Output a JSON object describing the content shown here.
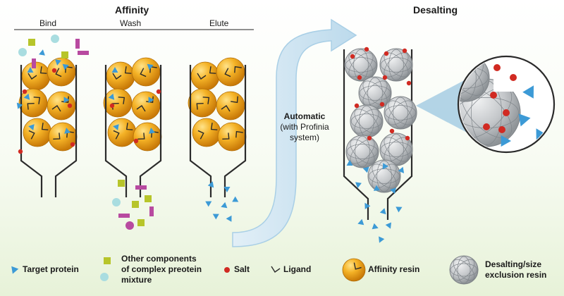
{
  "headers": {
    "affinity": "Affinity",
    "desalting": "Desalting",
    "steps": [
      "Bind",
      "Wash",
      "Elute"
    ]
  },
  "arrow_label": {
    "line1": "Automatic",
    "line2": "(with Profinia",
    "line3": "system)"
  },
  "legend": {
    "target_protein": "Target protein",
    "other_components": [
      "Other components",
      "of complex preotein",
      "mixture"
    ],
    "salt": "Salt",
    "ligand": "Ligand",
    "affinity_resin": "Affinity resin",
    "desalting_resin": [
      "Desalting/size",
      "exclusion resin"
    ]
  },
  "colors": {
    "resin_orange": "#f0a81e",
    "desalt_grey": "#b8bcc0",
    "protein_blue": "#3c9ad6",
    "salt_red": "#d12a22",
    "component_green": "#b7c52a",
    "component_magenta": "#b84aa0",
    "component_cyan": "#a9dde0",
    "arrow_blue": "#cfe5f2"
  }
}
